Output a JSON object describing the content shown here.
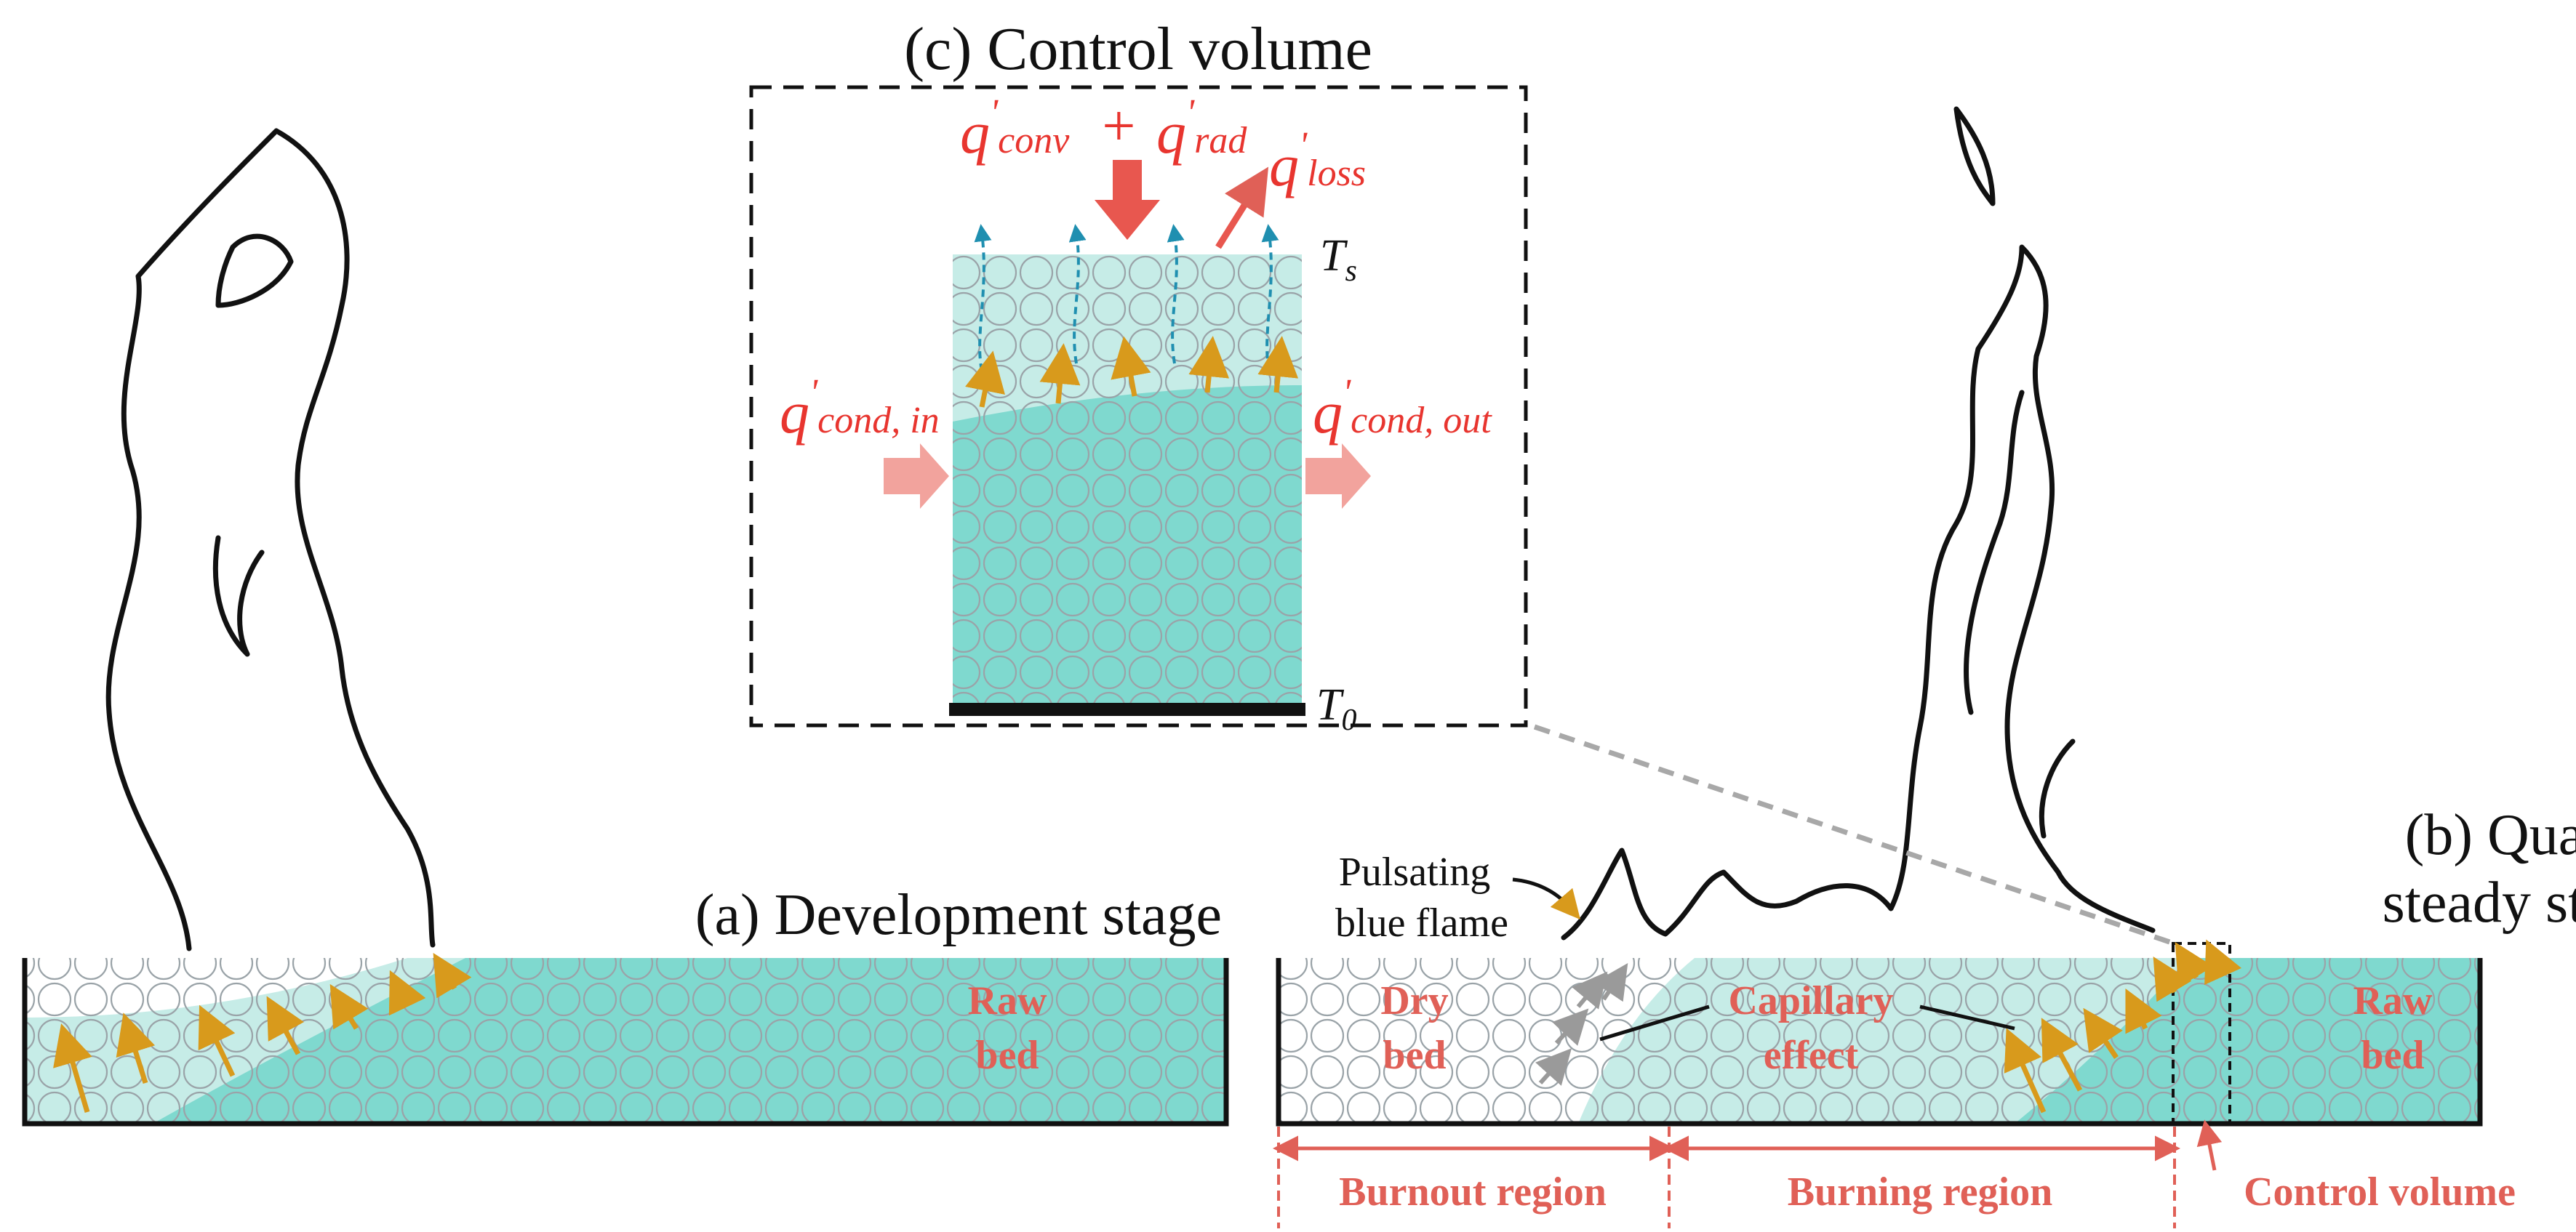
{
  "panel_c": {
    "title": "(c) Control volume",
    "q_conv": "q",
    "q_conv_sup": "'",
    "q_conv_sub": "conv",
    "plus": "+",
    "q_rad": "q",
    "q_rad_sup": "'",
    "q_rad_sub": "rad",
    "q_loss": "q",
    "q_loss_sup": "'",
    "q_loss_sub": "loss",
    "q_cond_in": "q",
    "q_cond_in_sup": "'",
    "q_cond_in_sub": "cond, in",
    "q_cond_out": "q",
    "q_cond_out_sup": "'",
    "q_cond_out_sub": "cond, out",
    "ts": "T",
    "ts_sub": "s",
    "t0": "T",
    "t0_sub": "0"
  },
  "panel_a": {
    "title": "(a) Development stage",
    "raw_bed_line1": "Raw",
    "raw_bed_line2": "bed"
  },
  "panel_b": {
    "title_line1": "(b) Quasi-",
    "title_line2": "steady stage",
    "pulsating_line1": "Pulsating",
    "pulsating_line2": "blue flame",
    "dry_bed_line1": "Dry",
    "dry_bed_line2": "bed",
    "capillary_line1": "Capillary",
    "capillary_line2": "effect",
    "raw_bed_line1": "Raw",
    "raw_bed_line2": "bed",
    "burnout_region": "Burnout region",
    "burning_region": "Burning region",
    "control_volume": "Control volume"
  },
  "colors": {
    "teal_dark": "#7fd9cf",
    "teal_light": "#c6ece7",
    "label_red": "#e8352f",
    "region_red": "#e06057",
    "arrow_gold": "#d89a1c",
    "wick_blue": "#1f8fb0"
  }
}
